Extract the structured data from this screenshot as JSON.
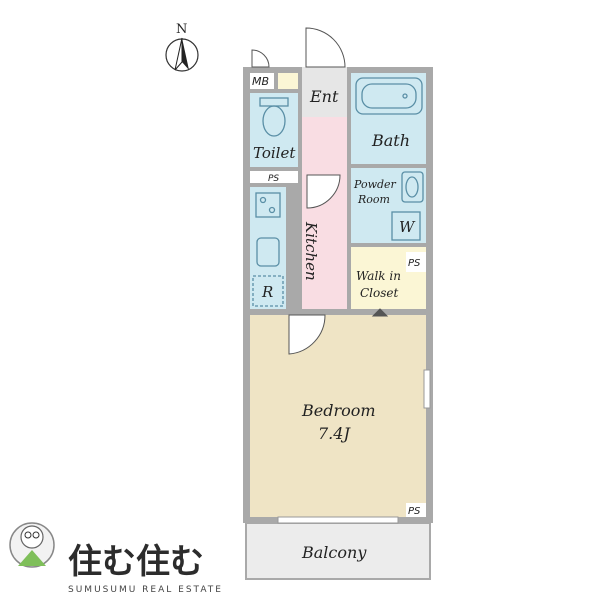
{
  "compass": {
    "north_label": "N"
  },
  "rooms": {
    "mb": "MB",
    "ent": "Ent",
    "bath": "Bath",
    "toilet": "Toilet",
    "ps_toilet": "PS",
    "powder_line1": "Powder",
    "powder_line2": "Room",
    "washer": "W",
    "kitchen": "Kitchen",
    "ps_closet": "PS",
    "closet_line1": "Walk in",
    "closet_line2": "Closet",
    "fridge": "R",
    "bedroom": "Bedroom",
    "bedroom_size": "7.4J",
    "ps_bedroom": "PS",
    "balcony": "Balcony"
  },
  "brand": {
    "name": "住む住む",
    "subtitle": "SUMUSUMU REAL ESTATE"
  },
  "colors": {
    "wall": "#a9a9a9",
    "wet_area": "#cfe9f1",
    "kitchen": "#f9dde3",
    "bedroom": "#efe4c5",
    "closet": "#fbf6d5",
    "entrance": "#e6e6e6",
    "balcony": "#ececec",
    "fixture_stroke": "#5a8fa6"
  }
}
